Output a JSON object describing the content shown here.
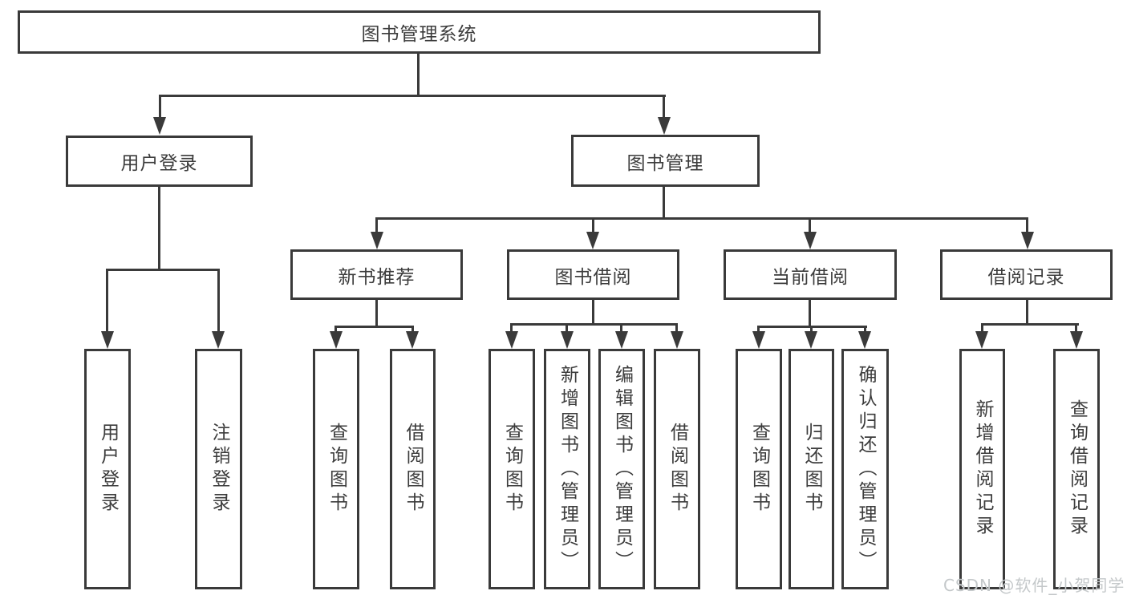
{
  "diagram_title": "图书管理系统",
  "nodes": {
    "root": "图书管理系统",
    "user_login": "用户登录",
    "book_mgmt": "图书管理",
    "new_book_rec": "新书推荐",
    "book_borrow": "图书借阅",
    "current_borrow": "当前借阅",
    "borrow_records": "借阅记录",
    "login_leaf": "用户登录",
    "logout_leaf": "注销登录",
    "rec_query": "查询图书",
    "rec_borrow": "借阅图书",
    "bb_query": "查询图书",
    "bb_add": "新增图书（管理员）",
    "bb_edit": "编辑图书（管理员）",
    "bb_borrow": "借阅图书",
    "cb_query": "查询图书",
    "cb_return": "归还图书",
    "cb_confirm": "确认归还（管理员）",
    "br_add": "新增借阅记录",
    "br_query": "查询借阅记录"
  },
  "watermark": "CSDN @软件_小贺同学",
  "colors": {
    "line": "#3a3a3a",
    "text": "#3c3c3c",
    "background": "#ffffff",
    "watermark": "#c4c8ca"
  }
}
